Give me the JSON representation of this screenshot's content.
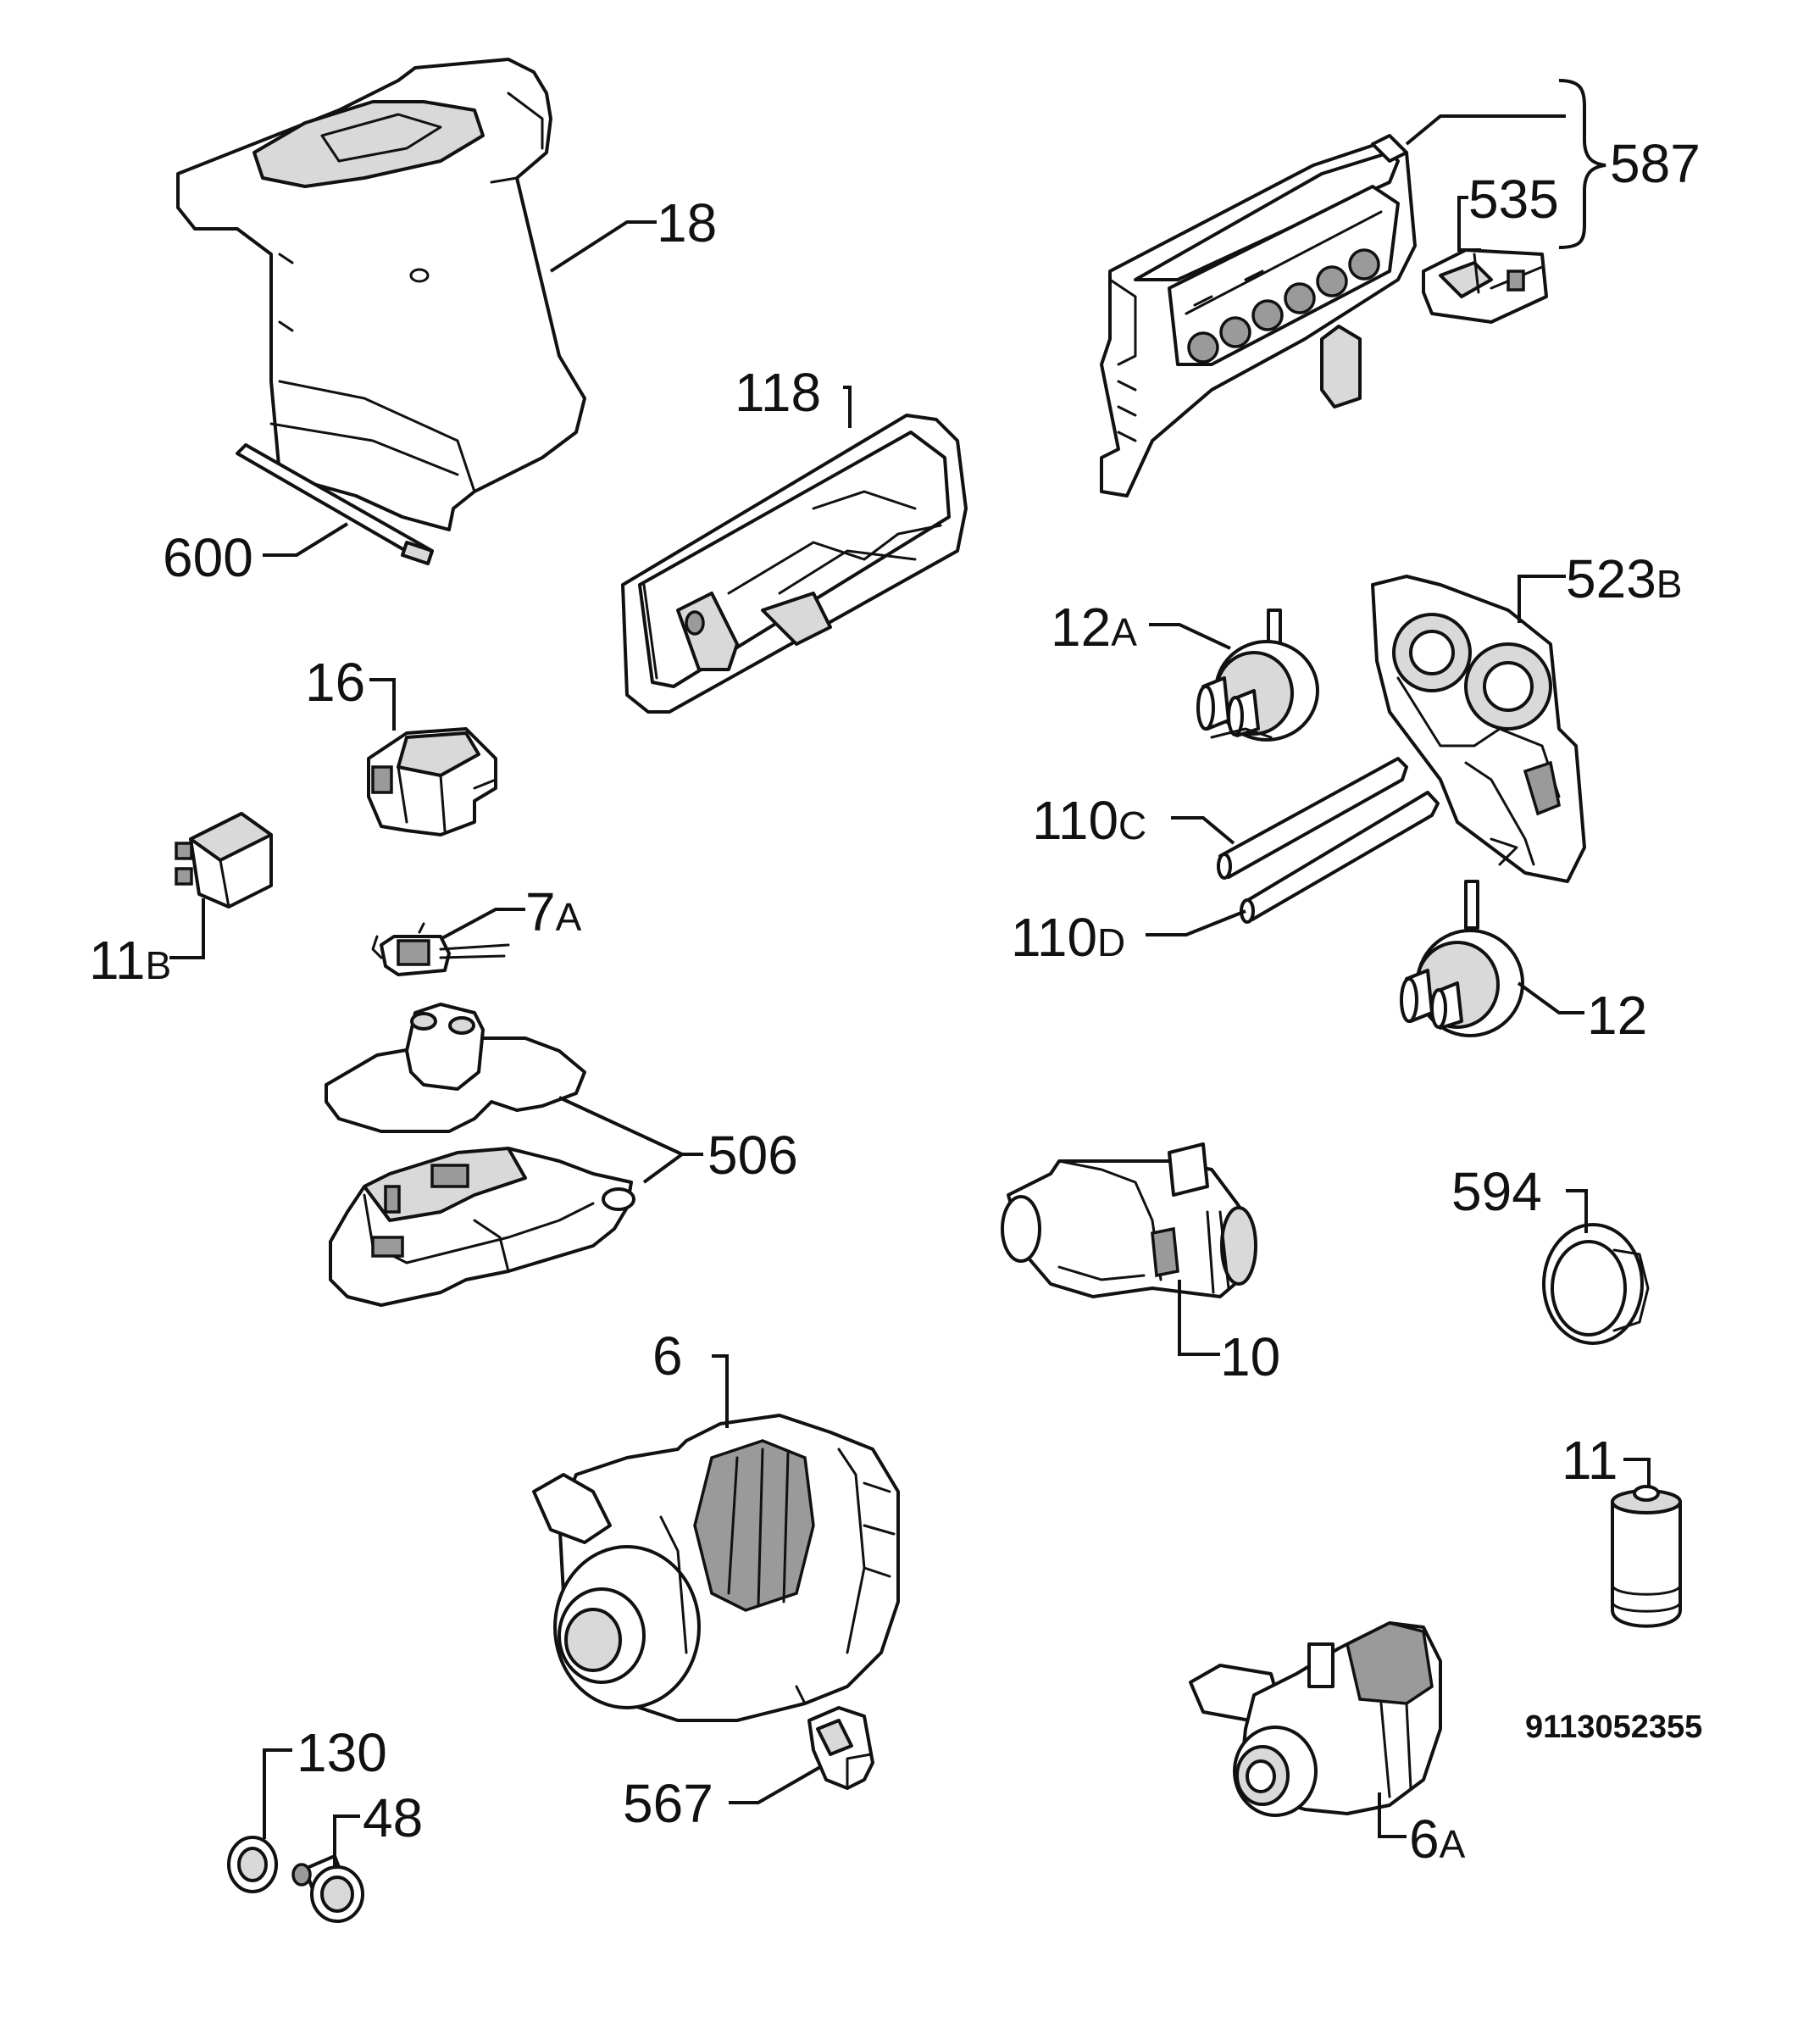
{
  "parts": [
    {
      "id": "p18",
      "number": "18",
      "suffix": ""
    },
    {
      "id": "p600",
      "number": "600",
      "suffix": ""
    },
    {
      "id": "p118",
      "number": "118",
      "suffix": ""
    },
    {
      "id": "p587",
      "number": "587",
      "suffix": ""
    },
    {
      "id": "p535",
      "number": "535",
      "suffix": ""
    },
    {
      "id": "p12a",
      "number": "12",
      "suffix": "A"
    },
    {
      "id": "p523b",
      "number": "523",
      "suffix": "B"
    },
    {
      "id": "p16",
      "number": "16",
      "suffix": ""
    },
    {
      "id": "p110c",
      "number": "110",
      "suffix": "C"
    },
    {
      "id": "p11b",
      "number": "11",
      "suffix": "B"
    },
    {
      "id": "p7a",
      "number": "7",
      "suffix": "A"
    },
    {
      "id": "p110d",
      "number": "110",
      "suffix": "D"
    },
    {
      "id": "p12",
      "number": "12",
      "suffix": ""
    },
    {
      "id": "p506",
      "number": "506",
      "suffix": ""
    },
    {
      "id": "p594",
      "number": "594",
      "suffix": ""
    },
    {
      "id": "p10",
      "number": "10",
      "suffix": ""
    },
    {
      "id": "p6",
      "number": "6",
      "suffix": ""
    },
    {
      "id": "p11",
      "number": "11",
      "suffix": ""
    },
    {
      "id": "p130",
      "number": "130",
      "suffix": ""
    },
    {
      "id": "p48",
      "number": "48",
      "suffix": ""
    },
    {
      "id": "p567",
      "number": "567",
      "suffix": ""
    },
    {
      "id": "p6a",
      "number": "6",
      "suffix": "A"
    }
  ],
  "document_number": "9113052355"
}
